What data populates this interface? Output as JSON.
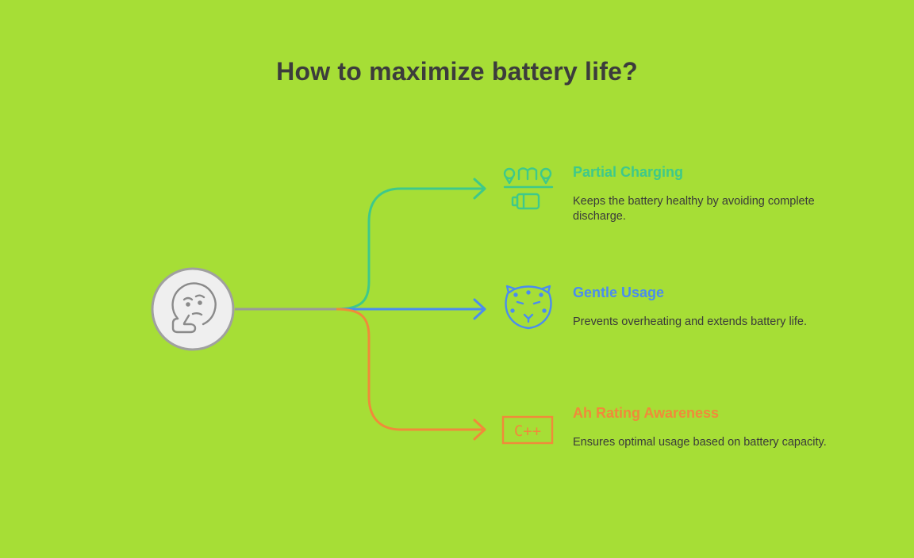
{
  "title": "How to maximize battery life?",
  "hub": {
    "icon": "thinking-face-icon"
  },
  "branches": [
    {
      "title": "Partial Charging",
      "description": "Keeps the battery healthy by avoiding complete discharge.",
      "icon": "battery-charging-icon",
      "color": "#3ec98a"
    },
    {
      "title": "Gentle Usage",
      "description": "Prevents overheating and extends battery life.",
      "icon": "leopard-icon",
      "color": "#4a8cf0"
    },
    {
      "title": "Ah Rating Awareness",
      "description": "Ensures optimal usage based on battery capacity.",
      "icon": "cpp-icon",
      "icon_text": "C++",
      "color": "#f08a3a"
    }
  ],
  "colors": {
    "background": "#a6de36",
    "title_text": "#3c3c3c",
    "hub_line": "#9a9a9a"
  }
}
